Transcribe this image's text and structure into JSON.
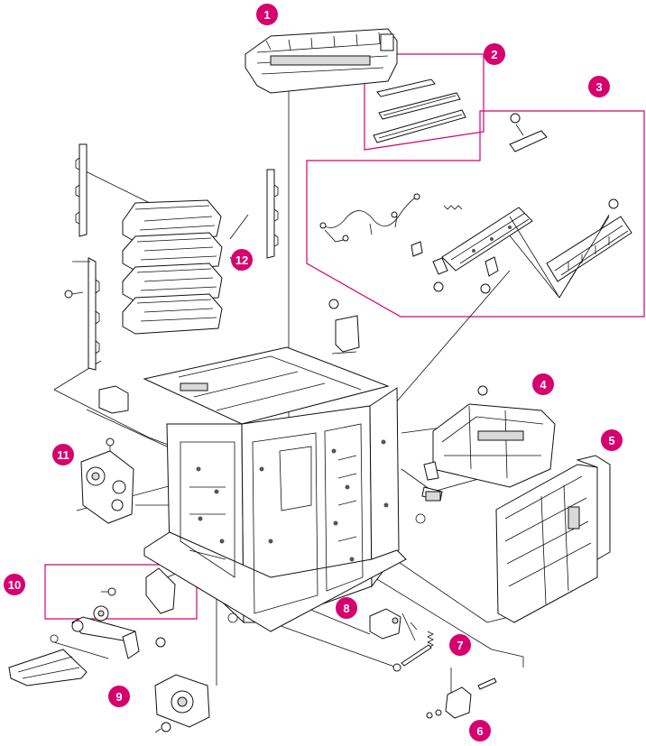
{
  "diagram": {
    "accent_color": "#d6006e",
    "line_color": "#111111",
    "callouts": [
      {
        "id": "callout-1",
        "label": "1"
      },
      {
        "id": "callout-2",
        "label": "2"
      },
      {
        "id": "callout-3",
        "label": "3"
      },
      {
        "id": "callout-4",
        "label": "4"
      },
      {
        "id": "callout-5",
        "label": "5"
      },
      {
        "id": "callout-6",
        "label": "6"
      },
      {
        "id": "callout-7",
        "label": "7"
      },
      {
        "id": "callout-8",
        "label": "8"
      },
      {
        "id": "callout-9",
        "label": "9"
      },
      {
        "id": "callout-10",
        "label": "10"
      },
      {
        "id": "callout-11",
        "label": "11"
      },
      {
        "id": "callout-12",
        "label": "12"
      }
    ]
  }
}
